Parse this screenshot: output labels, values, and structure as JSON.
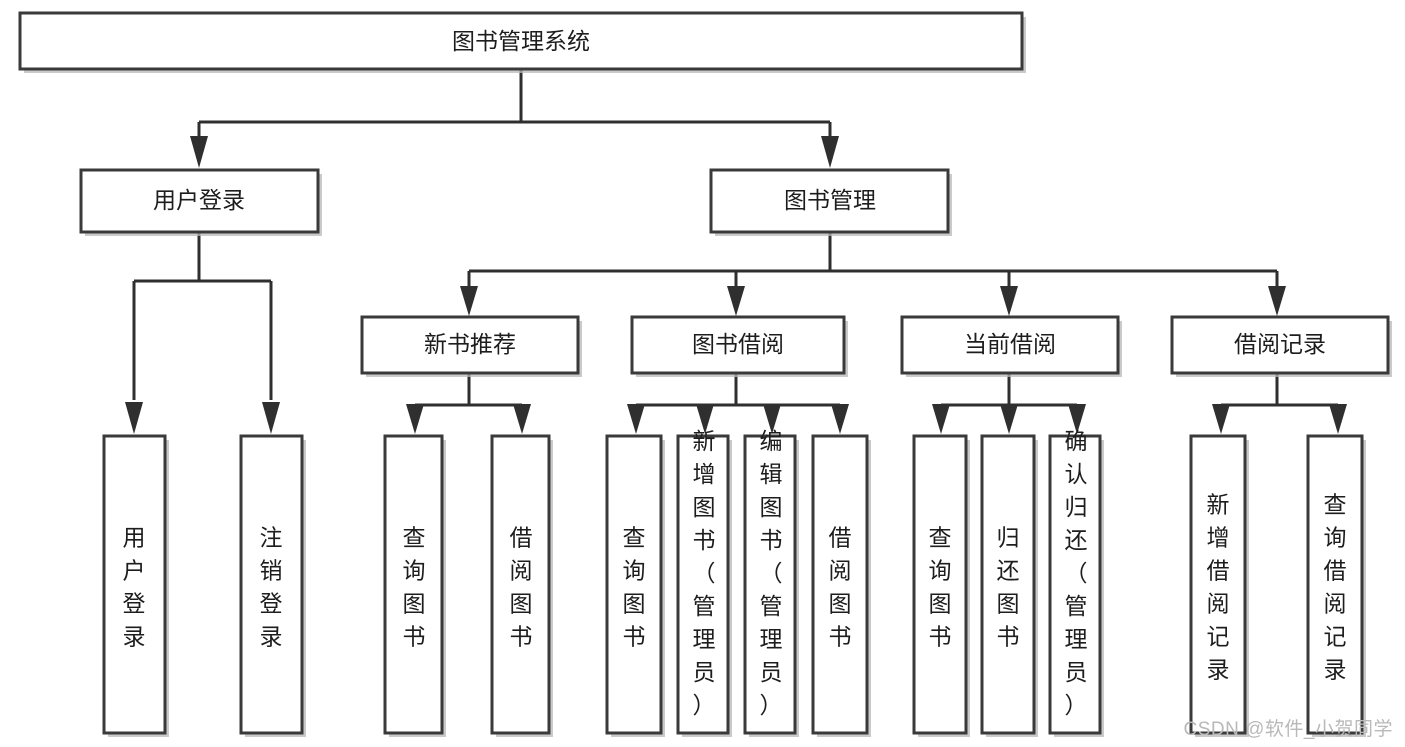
{
  "diagram": {
    "type": "tree-hierarchy",
    "title": "图书管理系统",
    "watermark": "CSDN @软件_小贺同学",
    "colors": {
      "box_fill": "#ffffff",
      "box_stroke": "#3a3a3a",
      "connector": "#2f2f2f",
      "text": "#1d1d1d",
      "watermark": "#b9b9b9"
    },
    "root": {
      "label": "图书管理系统"
    },
    "level2": [
      {
        "label": "用户登录"
      },
      {
        "label": "图书管理"
      }
    ],
    "level3": [
      {
        "label": "新书推荐"
      },
      {
        "label": "图书借阅"
      },
      {
        "label": "当前借阅"
      },
      {
        "label": "借阅记录"
      }
    ],
    "leaves": {
      "user_login": [
        {
          "label": "用户登录"
        },
        {
          "label": "注销登录"
        }
      ],
      "new_book_recommend": [
        {
          "label": "查询图书"
        },
        {
          "label": "借阅图书"
        }
      ],
      "book_borrow": [
        {
          "label": "查询图书"
        },
        {
          "label": "新增图书（管理员）"
        },
        {
          "label": "编辑图书（管理员）"
        },
        {
          "label": "借阅图书"
        }
      ],
      "current_borrow": [
        {
          "label": "查询图书"
        },
        {
          "label": "归还图书"
        },
        {
          "label": "确认归还（管理员）"
        }
      ],
      "borrow_record": [
        {
          "label": "新增借阅记录"
        },
        {
          "label": "查询借阅记录"
        }
      ]
    }
  }
}
